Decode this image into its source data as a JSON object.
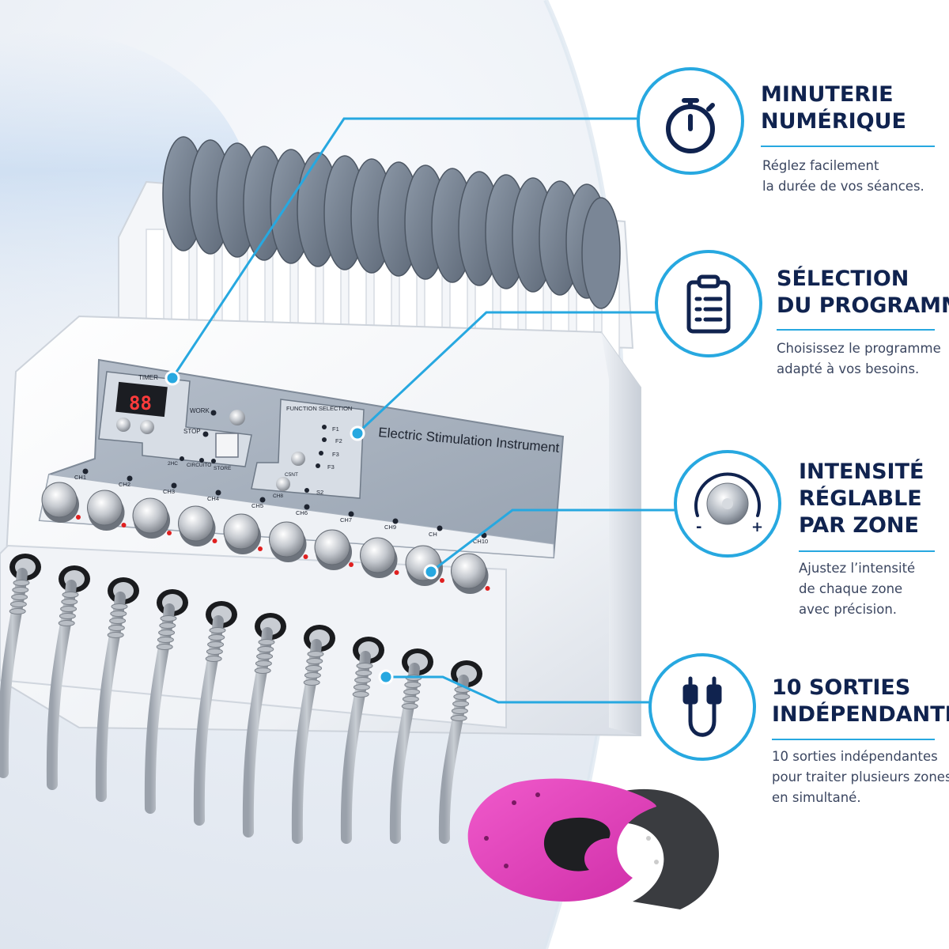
{
  "colors": {
    "navy": "#10234f",
    "accent": "#27a8e0",
    "pad_pink": "#e23fbb",
    "panel_gray": "#a6b0bd"
  },
  "device": {
    "panel_title": "Electric Stimulation Instrument",
    "display_value": "88",
    "labels": {
      "timer": "TIMER",
      "work": "WORK",
      "stop": "STOP",
      "hz": "2HC",
      "circuit": "CIRCUITO",
      "store": "STORE",
      "function_selection": "FUNCTION SELECTION",
      "f1": "F1",
      "f2": "F2",
      "f3": "F3",
      "f3b": "F3",
      "s1": "S2",
      "cont": "C5NT",
      "ch8": "CH8"
    },
    "channels": [
      "CH1",
      "CH2",
      "CH3",
      "CH4",
      "CH5",
      "CH6",
      "CH7",
      "CH9",
      "CH",
      "CH10"
    ]
  },
  "features": [
    {
      "icon": "stopwatch-icon",
      "title_lines": [
        "MINUTERIE",
        "NUMÉRIQUE"
      ],
      "desc_lines": [
        "Réglez facilement",
        "la durée de vos séances."
      ]
    },
    {
      "icon": "clipboard-icon",
      "title_lines": [
        "SÉLECTION",
        "DU PROGRAMME"
      ],
      "desc_lines": [
        "Choisissez le programme",
        "adapté à vos besoins."
      ]
    },
    {
      "icon": "intensity-knob-icon",
      "title_lines": [
        "INTENSITÉ",
        "RÉGLABLE",
        "PAR ZONE"
      ],
      "desc_lines": [
        "Ajustez l’intensité",
        "de chaque zone",
        "avec précision."
      ],
      "knob_minus": "-",
      "knob_plus": "+"
    },
    {
      "icon": "cable-icon",
      "title_lines": [
        "10 SORTIES",
        "INDÉPENDANTES"
      ],
      "desc_lines": [
        "10 sorties indépendantes",
        "pour traiter plusieurs zones",
        "en simultané."
      ]
    }
  ]
}
